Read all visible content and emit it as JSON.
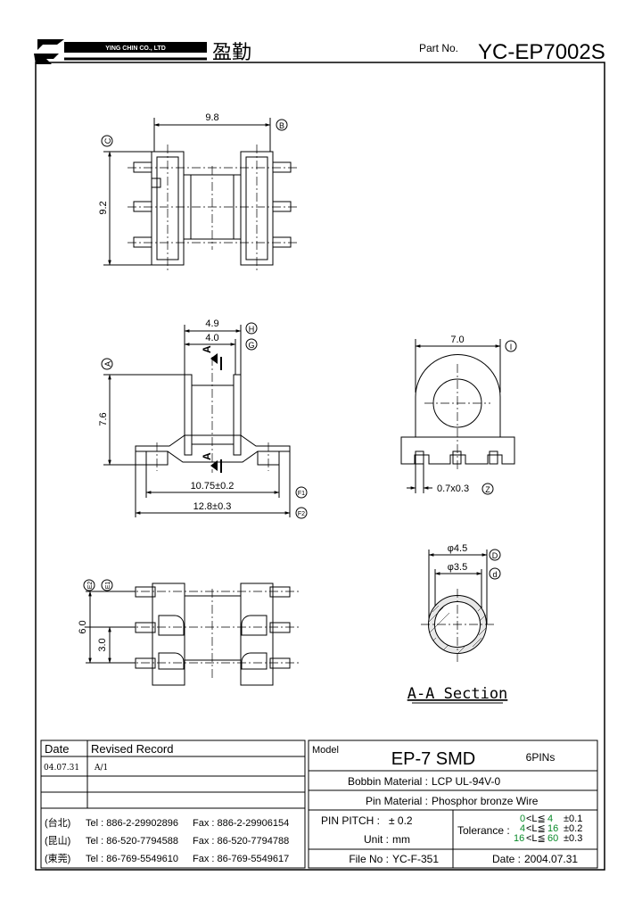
{
  "header": {
    "company_en": "YING CHIN CO., LTD",
    "company_cn": "盈勤",
    "part_no_label": "Part No.",
    "part_no": "YC-EP7002S"
  },
  "drawing": {
    "top_view": {
      "width_dim": "9.8",
      "width_ref": "B",
      "height_dim": "9.2",
      "height_ref": "C"
    },
    "side_view": {
      "dim_outer": "4.9",
      "dim_outer_ref": "H",
      "dim_inner": "4.0",
      "dim_inner_ref": "G",
      "height": "7.6",
      "height_ref": "A",
      "section_label": "A",
      "pin_span_1": "10.75±0.2",
      "pin_span_1_ref": "F1",
      "pin_span_2": "12.8±0.3",
      "pin_span_2_ref": "F2"
    },
    "end_view": {
      "width": "7.0",
      "width_ref": "I",
      "pin_dim": "0.7x0.3",
      "pin_ref": "Z"
    },
    "bottom_view": {
      "pitch_total": "6.0",
      "pitch": "3.0",
      "ref_e1": "E1",
      "ref_e2": "E2"
    },
    "section": {
      "outer_dia": "φ4.5",
      "outer_ref": "D",
      "inner_dia": "φ3.5",
      "inner_ref": "d",
      "title": "A-A Section"
    }
  },
  "record_table": {
    "header_date": "Date",
    "header_record": "Revised Record",
    "rows": [
      {
        "date": "04.07.31",
        "record": "A/1"
      }
    ]
  },
  "contacts": [
    {
      "loc": "(台北)",
      "tel": "Tel : 886-2-29902896",
      "fax": "Fax : 886-2-29906154"
    },
    {
      "loc": "(昆山)",
      "tel": "Tel : 86-520-7794588",
      "fax": "Fax : 86-520-7794788"
    },
    {
      "loc": "(東莞)",
      "tel": "Tel : 86-769-5549610",
      "fax": "Fax : 86-769-5549617"
    }
  ],
  "spec": {
    "model_label": "Model",
    "model": "EP-7 SMD",
    "pins": "6PINs",
    "bobbin_label": "Bobbin  Material :",
    "bobbin": "LCP UL-94V-0",
    "pin_label": "Pin  Material :",
    "pin_material": "Phosphor bronze Wire",
    "pitch_label": "PIN  PITCH :",
    "pitch": "± 0.2",
    "unit_label": "Unit :",
    "unit": "mm",
    "file_label": "File  No :",
    "file_no": "YC-F-351",
    "tolerance_label": "Tolerance :",
    "tol_rows": [
      {
        "lo": "0",
        "hi": "4",
        "tol": "±0.1"
      },
      {
        "lo": "4",
        "hi": "16",
        "tol": "±0.2"
      },
      {
        "lo": "16",
        "hi": "60",
        "tol": "±0.3"
      }
    ],
    "date_label": "Date :",
    "date": "2004.07.31"
  },
  "colors": {
    "tolerance_highlight": "#0a8a2a"
  }
}
